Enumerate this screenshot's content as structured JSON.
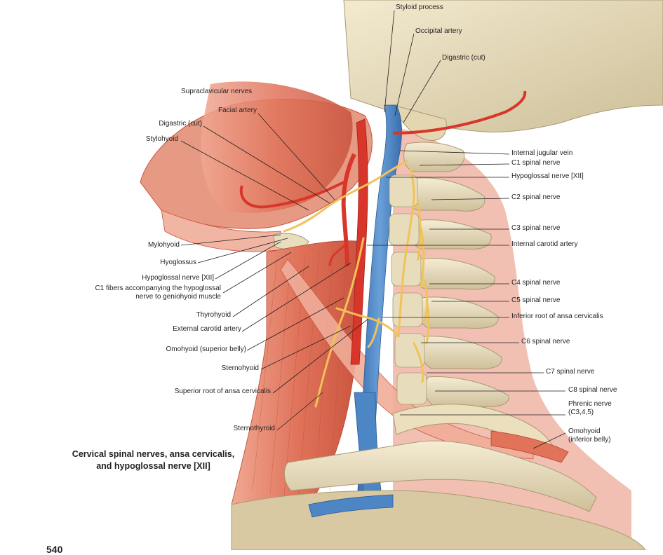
{
  "title": "Cervical spinal nerves, ansa cervicalis, and hypoglossal nerve [XII]",
  "caption_lines": [
    "Cervical spinal nerves, ansa cervicalis,",
    "and hypoglossal nerve [XII]"
  ],
  "page_number": "540",
  "labels": {
    "styloid_process": "Styloid process",
    "occipital_artery": "Occipital artery",
    "digastric_cut_top": "Digastric (cut)",
    "supraclavicular_nerves": "Supraclavicular nerves",
    "facial_artery": "Facial artery",
    "digastric_cut_left": "Digastric (cut)",
    "stylohyoid": "Stylohyoid",
    "mylohyoid": "Mylohyoid",
    "hyoglossus": "Hyoglossus",
    "hypoglossal_left": "Hypoglossal nerve [XII]",
    "c1_fibers_line1": "C1 fibers accompanying the hypoglossal",
    "c1_fibers_line2": "nerve to geniohyoid muscle",
    "thyrohyoid": "Thyrohyoid",
    "external_carotid": "External carotid artery",
    "omohyoid_superior": "Omohyoid (superior belly)",
    "sternohyoid": "Sternohyoid",
    "superior_root_ansa": "Superior root of ansa cervicalis",
    "sternothyroid": "Sternothyroid",
    "internal_jugular": "Internal jugular vein",
    "c1_spinal": "C1 spinal nerve",
    "hypoglossal_right": "Hypoglossal nerve [XII]",
    "c2_spinal": "C2 spinal nerve",
    "c3_spinal": "C3 spinal nerve",
    "internal_carotid": "Internal carotid artery",
    "c4_spinal": "C4 spinal nerve",
    "c5_spinal": "C5 spinal nerve",
    "inferior_root_ansa": "Inferior root of ansa cervicalis",
    "c6_spinal": "C6 spinal nerve",
    "c7_spinal": "C7 spinal nerve",
    "c8_spinal": "C8 spinal nerve",
    "phrenic_line1": "Phrenic nerve",
    "phrenic_line2": "(C3,4,5)",
    "omohyoid_inf_line1": "Omohyoid",
    "omohyoid_inf_line2": "(inferior belly)"
  },
  "colors": {
    "muscle": "#e0735a",
    "muscle_dark": "#c9523d",
    "artery": "#d8362a",
    "vein": "#4d86c4",
    "nerve": "#f2c25a",
    "bone": "#ece2c4",
    "bone_shadow": "#c9bb94",
    "leader": "#231f20"
  }
}
